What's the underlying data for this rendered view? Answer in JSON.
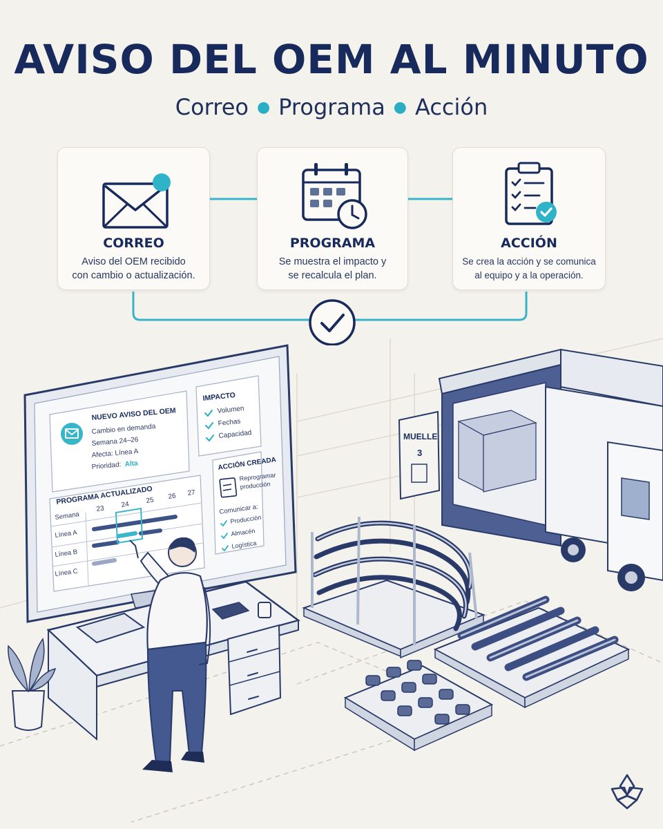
{
  "header": {
    "title": "AVISO DEL OEM AL MINUTO",
    "subtitle_items": [
      "Correo",
      "Programa",
      "Acción"
    ]
  },
  "steps": [
    {
      "title": "CORREO",
      "desc_line1": "Aviso del OEM recibido",
      "desc_line2": "con cambio o actualización.",
      "icon": "envelope-icon"
    },
    {
      "title": "PROGRAMA",
      "desc_line1": "Se muestra el impacto y",
      "desc_line2": "se recalcula el plan.",
      "icon": "calendar-clock-icon"
    },
    {
      "title": "ACCIÓN",
      "desc_line1": "Se crea la acción y se comunica",
      "desc_line2": "al equipo y a la operación.",
      "icon": "clipboard-check-icon"
    }
  ],
  "monitor": {
    "notice": {
      "title": "NUEVO AVISO DEL OEM",
      "lines": [
        "Cambio en demanda",
        "Semana 24–26",
        "Afecta: Línea A"
      ],
      "priority_label": "Prioridad:",
      "priority_value": "Alta"
    },
    "impact": {
      "title": "IMPACTO",
      "items": [
        "Volumen",
        "Fechas",
        "Capacidad"
      ]
    },
    "schedule": {
      "title": "PROGRAMA ACTUALIZADO",
      "week_label": "Semana",
      "weeks": [
        "23",
        "24",
        "25",
        "26",
        "27"
      ],
      "lines": [
        "Línea A",
        "Línea B",
        "Línea C"
      ]
    },
    "action": {
      "title": "ACCIÓN CREADA",
      "task_line1": "Reprogramar",
      "task_line2": "producción",
      "communicate_label": "Comunicar a:",
      "recipients": [
        "Producción",
        "Almacén",
        "Logística"
      ]
    }
  },
  "dock": {
    "label": "MUELLE",
    "number": "3"
  },
  "colors": {
    "navy": "#172a5b",
    "teal": "#2aaec4",
    "background": "#f4f2ec"
  }
}
